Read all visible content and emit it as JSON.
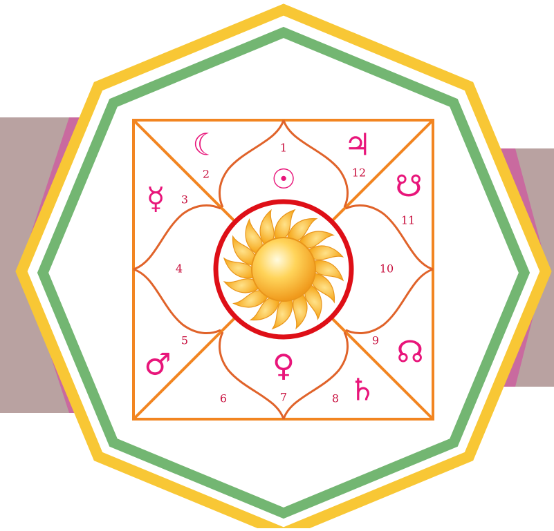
{
  "colors": {
    "band": "#b9a2a1",
    "band_accent": "#c96a9f",
    "outer_octagon": "#f8c735",
    "inner_octagon": "#73b672",
    "square": "#f28521",
    "lotus": "#e0632a",
    "center_ring": "#de0f17",
    "numbers": "#c8103e",
    "glyphs": "#e8157a"
  },
  "houses": [
    {
      "number": "1",
      "planet": "sun-symbol",
      "glyph": "☉"
    },
    {
      "number": "2",
      "planet": "moon-symbol",
      "glyph": "☾"
    },
    {
      "number": "3",
      "planet": "mercury-symbol",
      "glyph": "☿"
    },
    {
      "number": "4",
      "planet": null,
      "glyph": ""
    },
    {
      "number": "5",
      "planet": "mars-symbol",
      "glyph": "♂"
    },
    {
      "number": "6",
      "planet": null,
      "glyph": ""
    },
    {
      "number": "7",
      "planet": "venus-symbol",
      "glyph": "♀"
    },
    {
      "number": "8",
      "planet": "saturn-symbol",
      "glyph": "♄"
    },
    {
      "number": "9",
      "planet": "north-node-symbol",
      "glyph": "☊"
    },
    {
      "number": "10",
      "planet": null,
      "glyph": ""
    },
    {
      "number": "11",
      "planet": "south-node-symbol",
      "glyph": "☋"
    },
    {
      "number": "12",
      "planet": "jupiter-symbol",
      "glyph": "♃"
    }
  ],
  "center": {
    "icon": "sun-icon"
  }
}
